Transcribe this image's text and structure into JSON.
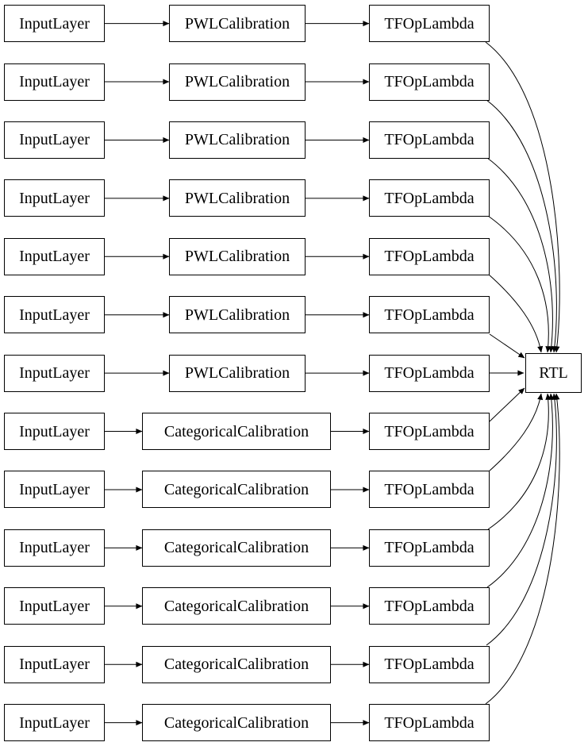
{
  "diagram": {
    "kind": "model-architecture-graph",
    "output_node": {
      "label": "RTL"
    },
    "rows": [
      {
        "input": "InputLayer",
        "calibration": "PWLCalibration",
        "op": "TFOpLambda"
      },
      {
        "input": "InputLayer",
        "calibration": "PWLCalibration",
        "op": "TFOpLambda"
      },
      {
        "input": "InputLayer",
        "calibration": "PWLCalibration",
        "op": "TFOpLambda"
      },
      {
        "input": "InputLayer",
        "calibration": "PWLCalibration",
        "op": "TFOpLambda"
      },
      {
        "input": "InputLayer",
        "calibration": "PWLCalibration",
        "op": "TFOpLambda"
      },
      {
        "input": "InputLayer",
        "calibration": "PWLCalibration",
        "op": "TFOpLambda"
      },
      {
        "input": "InputLayer",
        "calibration": "PWLCalibration",
        "op": "TFOpLambda"
      },
      {
        "input": "InputLayer",
        "calibration": "CategoricalCalibration",
        "op": "TFOpLambda"
      },
      {
        "input": "InputLayer",
        "calibration": "CategoricalCalibration",
        "op": "TFOpLambda"
      },
      {
        "input": "InputLayer",
        "calibration": "CategoricalCalibration",
        "op": "TFOpLambda"
      },
      {
        "input": "InputLayer",
        "calibration": "CategoricalCalibration",
        "op": "TFOpLambda"
      },
      {
        "input": "InputLayer",
        "calibration": "CategoricalCalibration",
        "op": "TFOpLambda"
      },
      {
        "input": "InputLayer",
        "calibration": "CategoricalCalibration",
        "op": "TFOpLambda"
      }
    ],
    "connections": {
      "per_row_chain": [
        "input",
        "calibration",
        "op"
      ],
      "fan_in_target": "RTL",
      "fan_in_sources": "op (all 13 rows)"
    },
    "colors": {
      "background": "#ffffff",
      "node_fill": "#ffffff",
      "node_border": "#000000",
      "edge": "#000000",
      "text": "#000000"
    }
  }
}
